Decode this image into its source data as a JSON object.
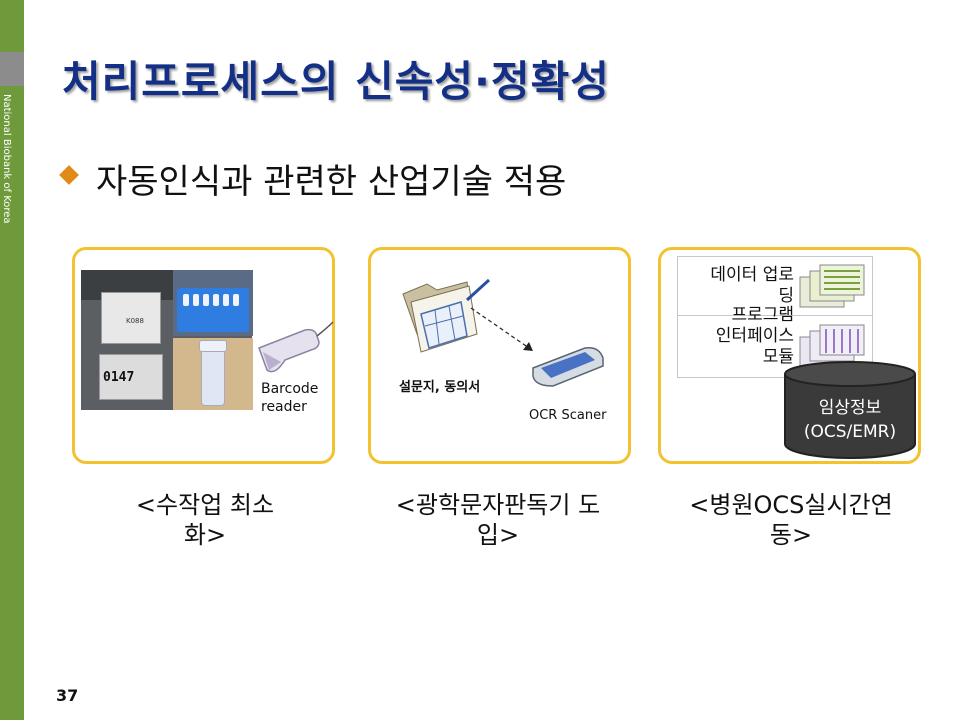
{
  "sidebar": {
    "org_text": "National Biobank of Korea"
  },
  "slide": {
    "title": "처리프로세스의 신속성·정확성",
    "subtitle": "자동인식과 관련한 산업기술 적용",
    "page_number": "37"
  },
  "boxes": [
    {
      "caption": "<수작업 최소화>",
      "caption_line1": "<수작업 최소",
      "caption_line2": "화>",
      "photo_number": "0147",
      "photo_code": "K088",
      "device_label_line1": "Barcode",
      "device_label_line2": "reader"
    },
    {
      "caption": "<광학문자판독기 도입>",
      "caption_line1": "<광학문자판독기 도",
      "caption_line2": "입>",
      "document_label": "설문지, 동의서",
      "device_label": "OCR Scaner"
    },
    {
      "caption": "<병원OCS실시간연동>",
      "caption_line1": "<병원OCS실시간연",
      "caption_line2": "동>",
      "row1_line1": "데이터 업로",
      "row1_line2": "딩",
      "row2_line1": "프로그램",
      "row2_line2": "인터페이스",
      "row2_line3": "모듈",
      "db_line1": "임상정보",
      "db_line2": "(OCS/EMR)"
    }
  ],
  "colors": {
    "sidebar": "#6f9a3b",
    "title": "#132f86",
    "bullet": "#e08a17",
    "box_border": "#f2c230"
  }
}
